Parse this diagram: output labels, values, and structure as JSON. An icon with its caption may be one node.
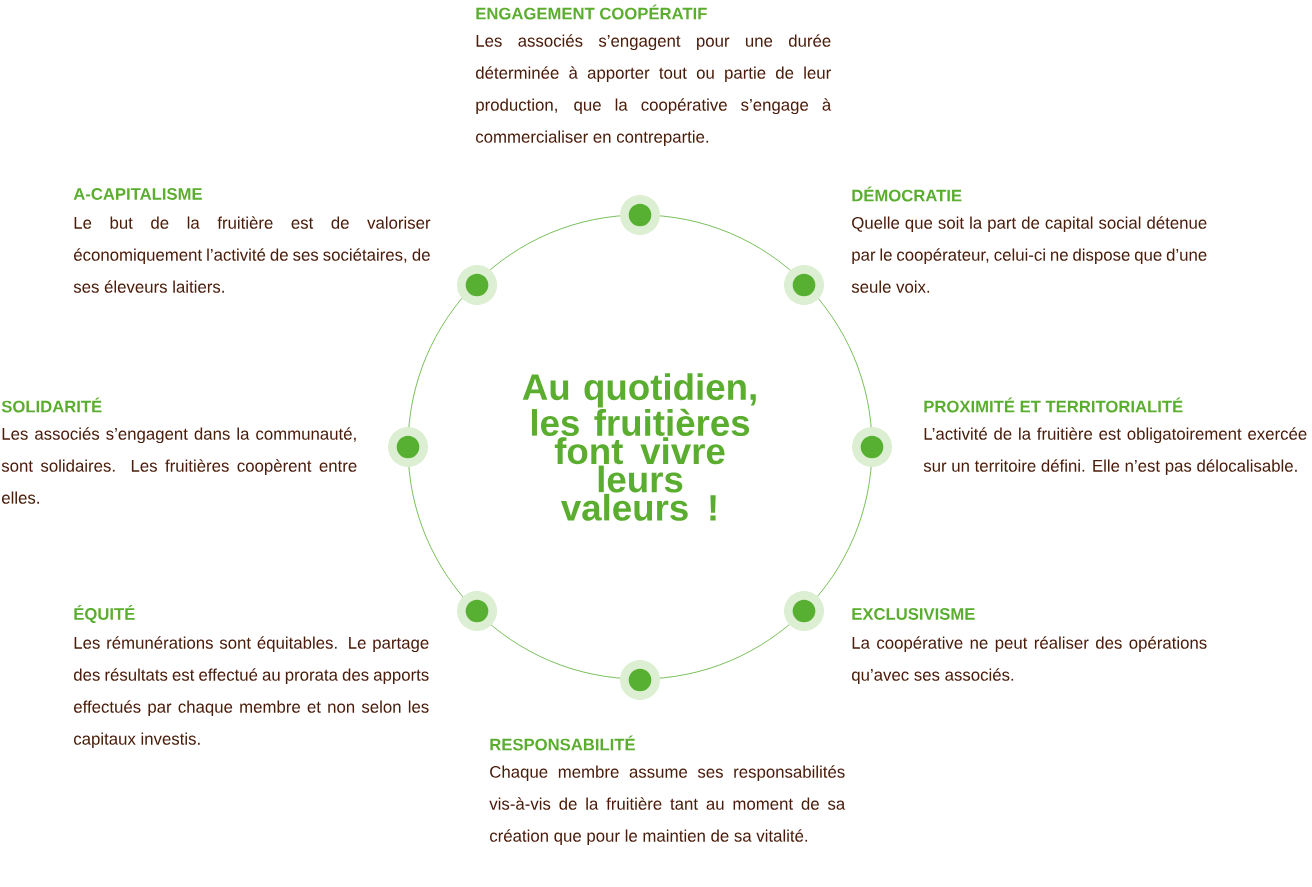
{
  "diagram": {
    "nodes": [
      {
        "text": [
          "Au quotidien, les fruitières font vivre leurs valeurs !"
        ]
      }
    ],
    "labels": [
      "ENGAGEMENT COOPÉRATIF",
      "Les associés s’engagent pour une durée déterminée à apporter tout ou partie de leur production, que la coopérative s’engage à commercialiser en contrepartie.",
      "A-CAPITALISME",
      "Le but de la fruitière est de valoriser économiquement l’activité de ses sociétaires, de ses éleveurs laitiers.",
      "DÉMOCRATIE",
      "Quelle que soit la part de capital social détenue par le coopérateur, celui-ci ne dispose que d’une seule voix.",
      "SOLIDARITÉ",
      "Les associés s’engagent dans la communauté, sont solidaires. Les fruitières coopèrent entre elles.",
      "PROXIMITÉ ET TERRITORIALITÉ",
      "L’activité de la fruitière est obligatoirement exercée sur un territoire défini. Elle n’est pas délocalisable.",
      "ÉQUITÉ",
      "Les rémunérations sont équitables. Le partage des résultats est effectué au prorata des apports effectués par chaque membre et non selon les capitaux investis.",
      "EXCLUSIVISME",
      "La coopérative ne peut réaliser des opérations qu’avec ses associés.",
      "RESPONSABILITÉ",
      "Chaque membre assume ses responsabilités vis-à-vis de la fruitière tant au moment de sa création que pour le maintien de sa vitalité."
    ]
  }
}
